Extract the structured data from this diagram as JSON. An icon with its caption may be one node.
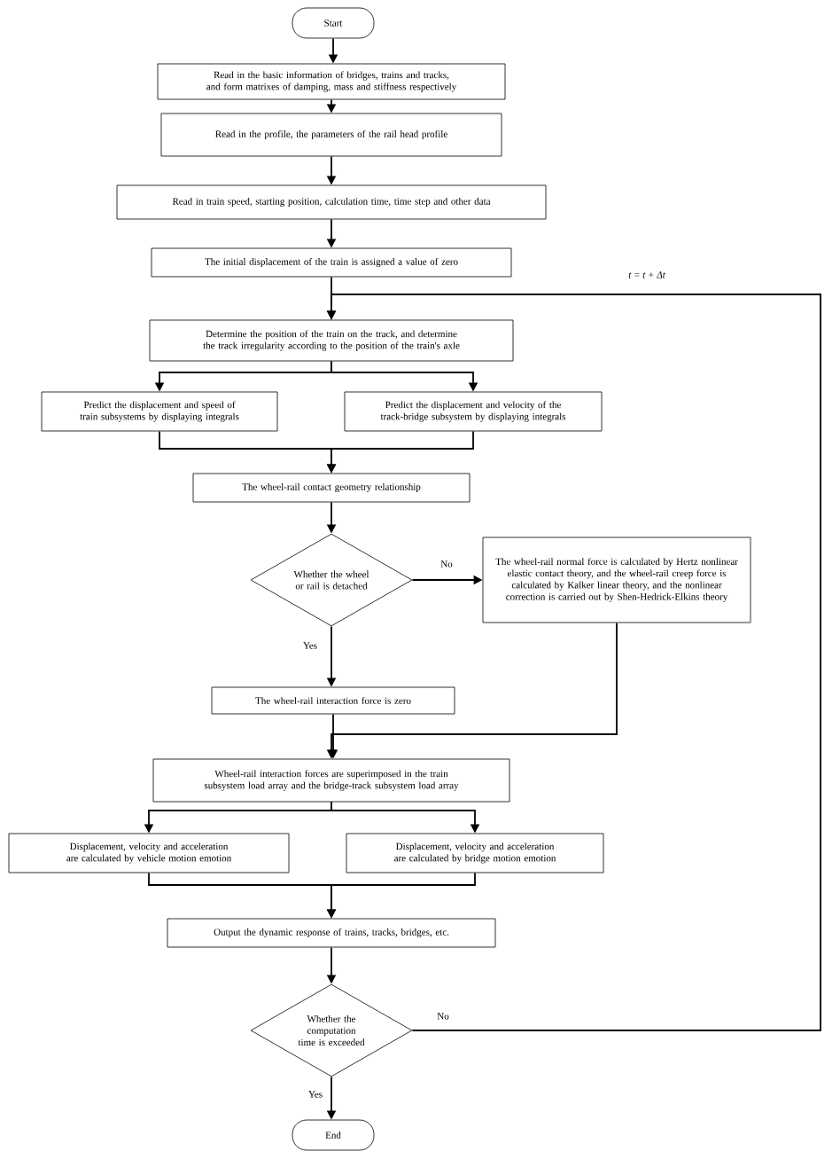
{
  "diagram": {
    "nodes": [
      {
        "text": [
          "Start"
        ]
      },
      {
        "text": [
          "Read in the basic information of bridges, trains and tracks, and form matrixes of damping, mass and stiffness respectively"
        ]
      },
      {
        "text": [
          "Read in the profile, the parameters of the rail head profile"
        ]
      },
      {
        "text": [
          "Read in train speed, starting position, calculation time, time step and other data"
        ]
      },
      {
        "text": [
          "The initial displacement of the train is assigned a value of zero"
        ]
      },
      {
        "text": [
          "Determine the position of the train on the track, and determine the track irregularity according to the position of the train's axle"
        ]
      },
      {
        "text": [
          "Predict the displacement and speed of train subsystems by displaying integrals"
        ]
      },
      {
        "text": [
          "Predict the displacement and velocity of the track-bridge subsystem by displaying integrals"
        ]
      },
      {
        "text": [
          "The wheel-rail contact geometry relationship"
        ]
      },
      {
        "text": [
          "Whether the wheel or rail is detached"
        ]
      },
      {
        "text": [
          "The wheel-rail normal force is calculated by Hertz nonlinear elastic contact theory, and the wheel-rail creep force is calculated by Kalker linear theory, and the nonlinear correction is carried out by Shen-Hedrick-Elkins theory"
        ]
      },
      {
        "text": [
          "The wheel-rail interaction force is zero"
        ]
      },
      {
        "text": [
          "Wheel-rail interaction forces are superimposed in the train subsystem load array and the bridge-track subsystem load array"
        ]
      },
      {
        "text": [
          "Displacement, velocity and acceleration are calculated by vehicle motion emotion"
        ]
      },
      {
        "text": [
          "Displacement, velocity and acceleration are calculated by bridge motion emotion"
        ]
      },
      {
        "text": [
          "Output the dynamic response of trains, tracks, bridges, etc."
        ]
      },
      {
        "text": [
          "Whether the computation time is exceeded"
        ]
      },
      {
        "text": [
          "End"
        ]
      }
    ],
    "edges": [
      {
        "from": 0,
        "to": 1,
        "arrow": "to"
      },
      {
        "from": 1,
        "to": 2,
        "arrow": "to"
      },
      {
        "from": 2,
        "to": 3,
        "arrow": "to"
      },
      {
        "from": 3,
        "to": 4,
        "arrow": "to"
      },
      {
        "from": 4,
        "to": 5,
        "arrow": "to"
      },
      {
        "from": 5,
        "to": 6,
        "arrow": "to"
      },
      {
        "from": 5,
        "to": 7,
        "arrow": "to"
      },
      {
        "from": 6,
        "to": 8,
        "arrow": "to"
      },
      {
        "from": 7,
        "to": 8,
        "arrow": "to"
      },
      {
        "from": 8,
        "to": 9,
        "arrow": "to"
      },
      {
        "from": 9,
        "to": 10,
        "arrow": "to",
        "label": "No"
      },
      {
        "from": 9,
        "to": 11,
        "arrow": "to",
        "label": "Yes"
      },
      {
        "from": 10,
        "to": 12,
        "arrow": "to"
      },
      {
        "from": 11,
        "to": 12,
        "arrow": "to"
      },
      {
        "from": 12,
        "to": 13,
        "arrow": "to"
      },
      {
        "from": 12,
        "to": 14,
        "arrow": "to"
      },
      {
        "from": 13,
        "to": 15,
        "arrow": "to"
      },
      {
        "from": 14,
        "to": 15,
        "arrow": "to"
      },
      {
        "from": 15,
        "to": 16,
        "arrow": "to"
      },
      {
        "from": 16,
        "to": 17,
        "arrow": "to",
        "label": "Yes"
      },
      {
        "from": 16,
        "to": 5,
        "arrow": "to",
        "label": "No"
      }
    ],
    "labels": [
      "t = t + Δt"
    ]
  }
}
